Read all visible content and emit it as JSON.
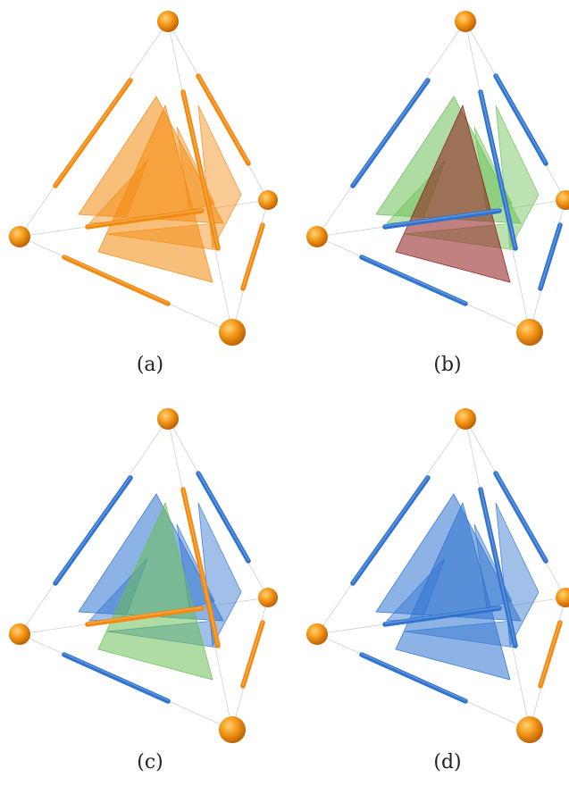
{
  "colors": {
    "orange": "#F28A0F",
    "blue": "#2F73CF",
    "green": "#6CBF55",
    "red": "#8F1A1A",
    "edge": "#cfcfcf"
  },
  "panels": [
    {
      "caption": "(a)",
      "rods": [
        "orange",
        "orange",
        "orange",
        "orange",
        "orange",
        "orange"
      ],
      "large_faces": [
        "orange",
        "orange"
      ],
      "small_faces": [
        "orange",
        "orange",
        "orange",
        "orange"
      ]
    },
    {
      "caption": "(b)",
      "rods": [
        "blue",
        "blue",
        "blue",
        "blue",
        "blue",
        "blue"
      ],
      "large_faces": [
        "green",
        "red"
      ],
      "small_faces": [
        "green",
        "green",
        "green",
        "green"
      ]
    },
    {
      "caption": "(c)",
      "rods": [
        "blue",
        "blue",
        "blue",
        "orange",
        "orange",
        "orange"
      ],
      "large_faces": [
        "blue",
        "green"
      ],
      "small_faces": [
        "blue",
        "blue",
        "blue",
        "blue"
      ]
    },
    {
      "caption": "(d)",
      "rods": [
        "blue",
        "blue",
        "blue",
        "orange",
        "blue",
        "blue"
      ],
      "large_faces": [
        "blue",
        "blue"
      ],
      "small_faces": [
        "blue",
        "blue",
        "blue",
        "blue"
      ]
    }
  ]
}
